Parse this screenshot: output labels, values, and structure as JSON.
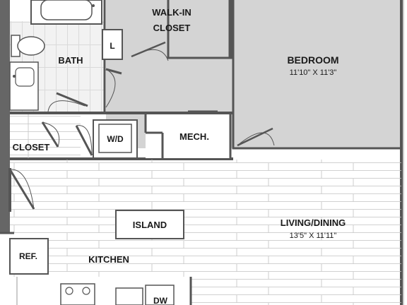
{
  "rooms": {
    "walk_in_line1": "WALK-IN",
    "walk_in_line2": "CLOSET",
    "bath": "BATH",
    "linen": "L",
    "bedroom": "BEDROOM",
    "bedroom_dims": "11'10\" X 11'3\"",
    "washer_dryer": "W/D",
    "mech": "MECH.",
    "closet": "CLOSET",
    "island": "ISLAND",
    "living": "LIVING/DINING",
    "living_dims": "13'5\" X 11'11\"",
    "fridge": "REF.",
    "kitchen": "KITCHEN",
    "dishwasher": "DW"
  },
  "colors": {
    "wall": "#555555",
    "floor_gray": "#d2d2d2",
    "plank_line": "#bfbfbf",
    "tile_line": "#e4e4e4"
  }
}
